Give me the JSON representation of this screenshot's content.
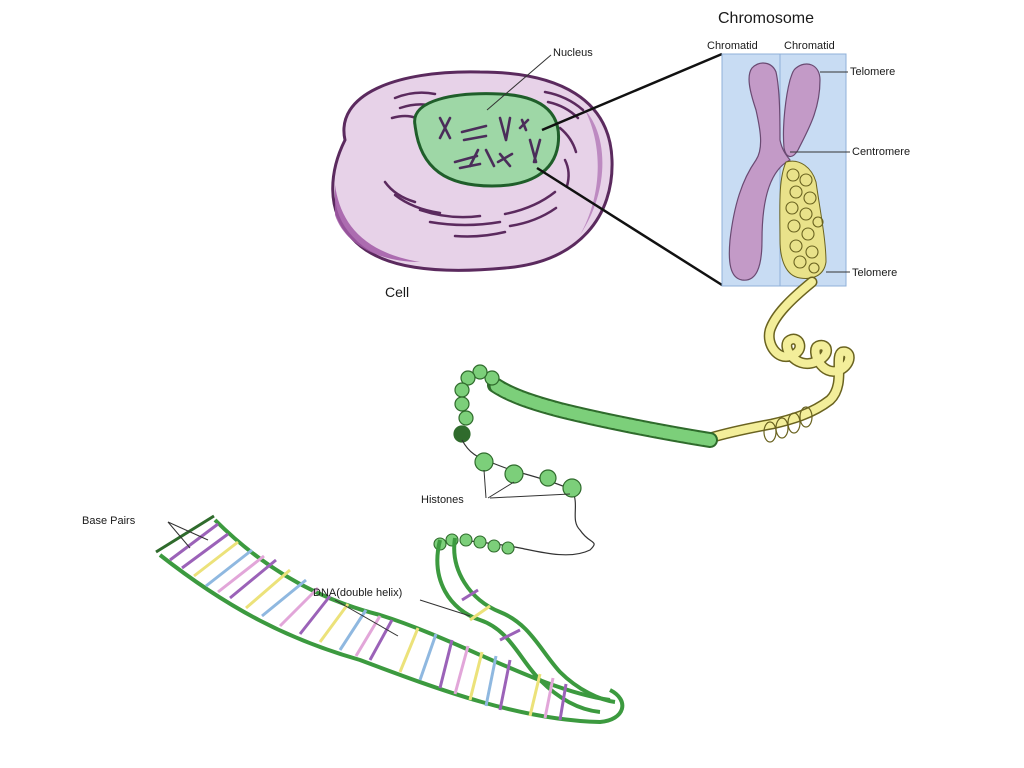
{
  "labels": {
    "chromosome": "Chromosome",
    "chromatid_left": "Chromatid",
    "chromatid_right": "Chromatid",
    "telomere_top": "Telomere",
    "centromere": "Centromere",
    "telomere_bottom": "Telomere",
    "nucleus": "Nucleus",
    "cell": "Cell",
    "histones": "Histones",
    "base_pairs": "Base Pairs",
    "dna": "DNA(double helix)"
  },
  "colors": {
    "cell_membrane": "#5b2a5e",
    "cytoplasm": "#e7d2e8",
    "cytoplasm_shadow": "#a15aa6",
    "nucleus_fill": "#9ed7a6",
    "nucleus_stroke": "#1f5e2a",
    "chromosome_fill": "#c39ac7",
    "chromosome_panel": "#c8dcf3",
    "supercoil": "#f3ee9a",
    "chromatin": "#7ccf7a",
    "dna_backbone": "#57c25b",
    "base_purple": "#9b62b8",
    "base_yellow": "#ece27a",
    "base_blue": "#8fb8e0",
    "base_pink": "#e2a6d9"
  }
}
